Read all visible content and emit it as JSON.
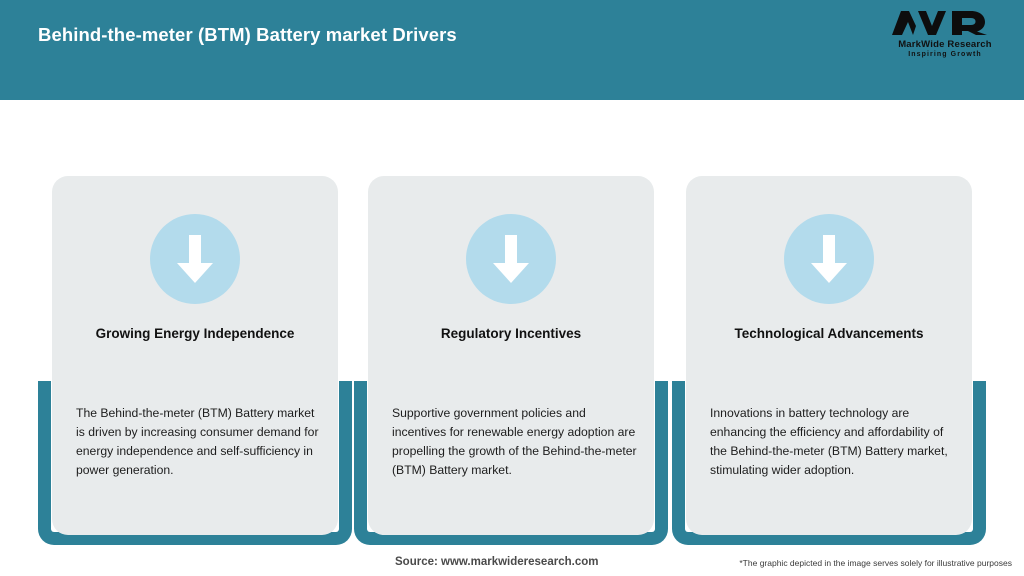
{
  "header": {
    "title": "Behind-the-meter (BTM) Battery market Drivers",
    "background_color": "#2d8198",
    "title_color": "#ffffff",
    "logo": {
      "mark": "MWR",
      "name": "MarkWide Research",
      "tagline": "Inspiring Growth"
    }
  },
  "cards": [
    {
      "icon": "down-arrow-icon",
      "title": "Growing Energy Independence",
      "body": "The Behind-the-meter (BTM) Battery market is driven by increasing consumer demand for energy independence and self-sufficiency in power generation."
    },
    {
      "icon": "down-arrow-icon",
      "title": "Regulatory Incentives",
      "body": "Supportive government policies and incentives for renewable energy adoption are propelling the growth of the Behind-the-meter (BTM) Battery market."
    },
    {
      "icon": "down-arrow-icon",
      "title": "Technological Advancements",
      "body": "Innovations in battery technology are enhancing the efficiency and affordability of the Behind-the-meter (BTM) Battery market, stimulating wider adoption."
    }
  ],
  "footer": {
    "source": "Source: www.markwideresearch.com",
    "disclaimer": "*The graphic depicted in the image serves solely for illustrative purposes"
  },
  "colors": {
    "teal": "#2d8198",
    "card_gray": "#e8ebec",
    "icon_circle_blue": "#b3dbec",
    "arrow_white": "#ffffff",
    "page_background": "#ffffff"
  }
}
